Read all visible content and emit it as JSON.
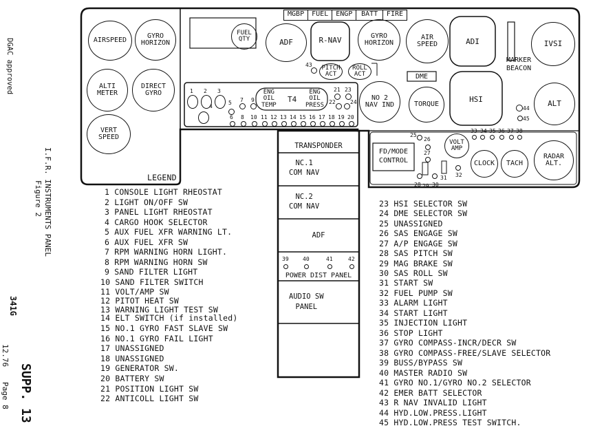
{
  "side_text": {
    "dgac": "DGAC approved",
    "figure_title": "I.F.R. INSTRUMENTS PANEL",
    "figure_no": "Figure 2",
    "model": "341G",
    "date": "12.76",
    "page": "Page 8",
    "supp": "SUPP. 13"
  },
  "panel": {
    "left_gauges": [
      "AIRSPEED",
      "GYRO\nHORIZON",
      "ALTI\nMETER",
      "DIRECT\nGYRO",
      "VERT\nSPEED"
    ],
    "warn_strip": [
      "MGBP",
      "FUEL",
      "ENGP",
      "BATT",
      "FIRE"
    ],
    "fuel_qty": "FUEL\nQTY",
    "adf": "ADF",
    "rnav": "R-NAV",
    "gyro_horizon2": "GYRO\nHORIZON",
    "air_speed2": "AIR\nSPEED",
    "adi": "ADI",
    "ivsi": "IVSI",
    "marker_beacon": "MARKER\nBEACON",
    "pitch_act": "PITCH\nACT",
    "roll_act": "ROLL\nACT",
    "dme": "DME",
    "hsi": "HSI",
    "alt": "ALT",
    "nav_ind": "NO 2\nNAV IND",
    "torque": "TORQUE",
    "eng_oil_temp": "ENG\nOIL\nTEMP",
    "t4": "T4",
    "eng_oil_press": "ENG\nOIL\nPRESS",
    "fd_mode": "FD/MODE\nCONTROL",
    "volt_amp": "VOLT\nAMP",
    "clock": "CLOCK",
    "tach": "TACH",
    "radar_alt": "RADAR\nALT.",
    "nums": {
      "n1": "1",
      "n2": "2",
      "n3": "3",
      "n4": "4",
      "n5": "5",
      "n6": "6",
      "n7": "7",
      "n8": "8",
      "n9": "9",
      "n10": "10",
      "n11": "11",
      "n12": "12",
      "n13": "13",
      "n14": "14",
      "n15": "15",
      "n16": "16",
      "n17": "17",
      "n18": "18",
      "n19": "19",
      "n20": "20",
      "n21": "21",
      "n22": "22",
      "n23": "23",
      "n24": "24",
      "n25": "25",
      "n26": "26",
      "n27": "27",
      "n28": "28",
      "n29": "29",
      "n30": "30",
      "n31": "31",
      "n32": "32",
      "n33": "33",
      "n34": "34",
      "n35": "35",
      "n36": "36",
      "n37": "37",
      "n38": "38",
      "n39": "39",
      "n40": "40",
      "n41": "41",
      "n42": "42",
      "n43": "43",
      "n44": "44",
      "n45": "45"
    }
  },
  "console": {
    "transponder": "TRANSPONDER",
    "com_nav_1": "NC.1\nCOM NAV",
    "com_nav_2": "NC.2\nCOM NAV",
    "adf": "ADF",
    "power_dist": "POWER DIST PANEL",
    "audio": "AUDIO SW\nPANEL"
  },
  "legend_title": "LEGEND",
  "legend_left": [
    "1 CONSOLE LIGHT RHEOSTAT",
    "2 LIGHT ON/OFF SW",
    "3 PANEL LIGHT RHEOSTAT",
    "4 CARGO HOOK SELECTOR",
    "5 AUX FUEL XFR WARNING LT.",
    "6 AUX FUEL XFR SW",
    "7 RPM WARNING HORN LIGHT.",
    "8 RPM WARNING HORN SW",
    "9 SAND FILTER LIGHT",
    "10 SAND FILTER SWITCH",
    "11 VOLT/AMP SW",
    "12 PITOT HEAT SW",
    "13 WARNING LIGHT TEST SW",
    "14 ELT SWITCH (if installed)",
    "15 NO.1 GYRO FAST SLAVE SW",
    "16 NO.1 GYRO FAIL LIGHT",
    "17 UNASSIGNED",
    "18 UNASSIGNED",
    "19 GENERATOR SW.",
    "20 BATTERY SW",
    "21 POSITION LIGHT SW",
    "22 ANTICOLL LIGHT SW"
  ],
  "legend_right": [
    "23 HSI SELECTOR SW",
    "24 DME SELECTOR SW",
    "25 UNASSIGNED",
    "26 SAS ENGAGE SW",
    "27 A/P ENGAGE SW",
    "28 SAS PITCH SW",
    "29 MAG BRAKE SW",
    "30 SAS ROLL SW",
    "31 START SW",
    "32 FUEL PUMP SW",
    "33 ALARM LIGHT",
    "34 START LIGHT",
    "35 INJECTION LIGHT",
    "36 STOP LIGHT",
    "37 GYRO COMPASS-INCR/DECR SW",
    "38 GYRO COMPASS-FREE/SLAVE SELECTOR",
    "39 BUSS/BYPASS SW",
    "40 MASTER RADIO SW",
    "41 GYRO NO.1/GYRO NO.2 SELECTOR",
    "42 EMER BATT SELECTOR",
    "43 R NAV INVALID LIGHT",
    "44 HYD.LOW.PRESS.LIGHT",
    "45 HYD.LOW.PRESS TEST SWITCH."
  ]
}
